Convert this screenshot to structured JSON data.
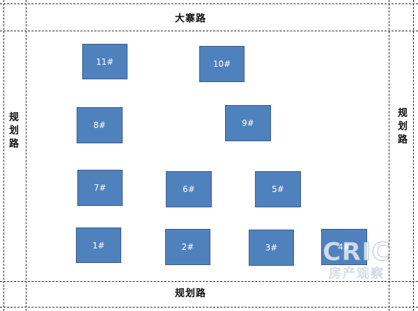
{
  "roads": {
    "top": "大寨路",
    "bottom": "规划路",
    "left": "规划路",
    "right": "规划路"
  },
  "buildings": [
    {
      "id": "11",
      "label": "11#"
    },
    {
      "id": "10",
      "label": "10#"
    },
    {
      "id": "8",
      "label": "8#"
    },
    {
      "id": "9",
      "label": "9#"
    },
    {
      "id": "7",
      "label": "7#"
    },
    {
      "id": "6",
      "label": "6#"
    },
    {
      "id": "5",
      "label": "5#"
    },
    {
      "id": "1",
      "label": "1#"
    },
    {
      "id": "2",
      "label": "2#"
    },
    {
      "id": "3",
      "label": "3#"
    },
    {
      "id": "4",
      "label": "4#"
    }
  ],
  "watermark": {
    "brand": "CRIC",
    "subtitle": "房产观察"
  },
  "colors": {
    "building_fill": "#4f81bd",
    "building_border": "#385d8a",
    "building_text": "#ffffff",
    "dashed_line": "#222222"
  }
}
